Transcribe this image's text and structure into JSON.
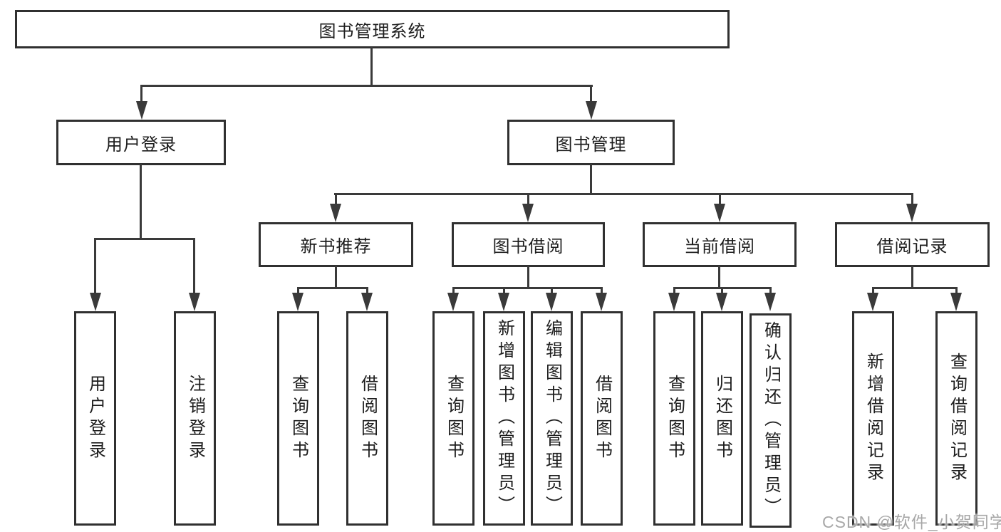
{
  "tree": {
    "root": {
      "label": "图书管理系统",
      "children": [
        {
          "label": "用户登录",
          "children": [
            {
              "label": "用户登录"
            },
            {
              "label": "注销登录"
            }
          ]
        },
        {
          "label": "图书管理",
          "children": [
            {
              "label": "新书推荐",
              "children": [
                {
                  "label": "查询图书"
                },
                {
                  "label": "借阅图书"
                }
              ]
            },
            {
              "label": "图书借阅",
              "children": [
                {
                  "label": "查询图书"
                },
                {
                  "label": "新增图书（管理员）"
                },
                {
                  "label": "编辑图书（管理员）"
                },
                {
                  "label": "借阅图书"
                }
              ]
            },
            {
              "label": "当前借阅",
              "children": [
                {
                  "label": "查询图书"
                },
                {
                  "label": "归还图书"
                },
                {
                  "label": "确认归还（管理员）"
                }
              ]
            },
            {
              "label": "借阅记录",
              "children": [
                {
                  "label": "新增借阅记录"
                },
                {
                  "label": "查询借阅记录"
                }
              ]
            }
          ]
        }
      ]
    }
  },
  "watermark": {
    "text": "CSDN @软件_小贺同学"
  },
  "colors": {
    "background": "#ffffff",
    "border": "#303030",
    "line": "#3a3a3a",
    "text": "#1d1d1d",
    "watermark": "#a8a8a8"
  }
}
